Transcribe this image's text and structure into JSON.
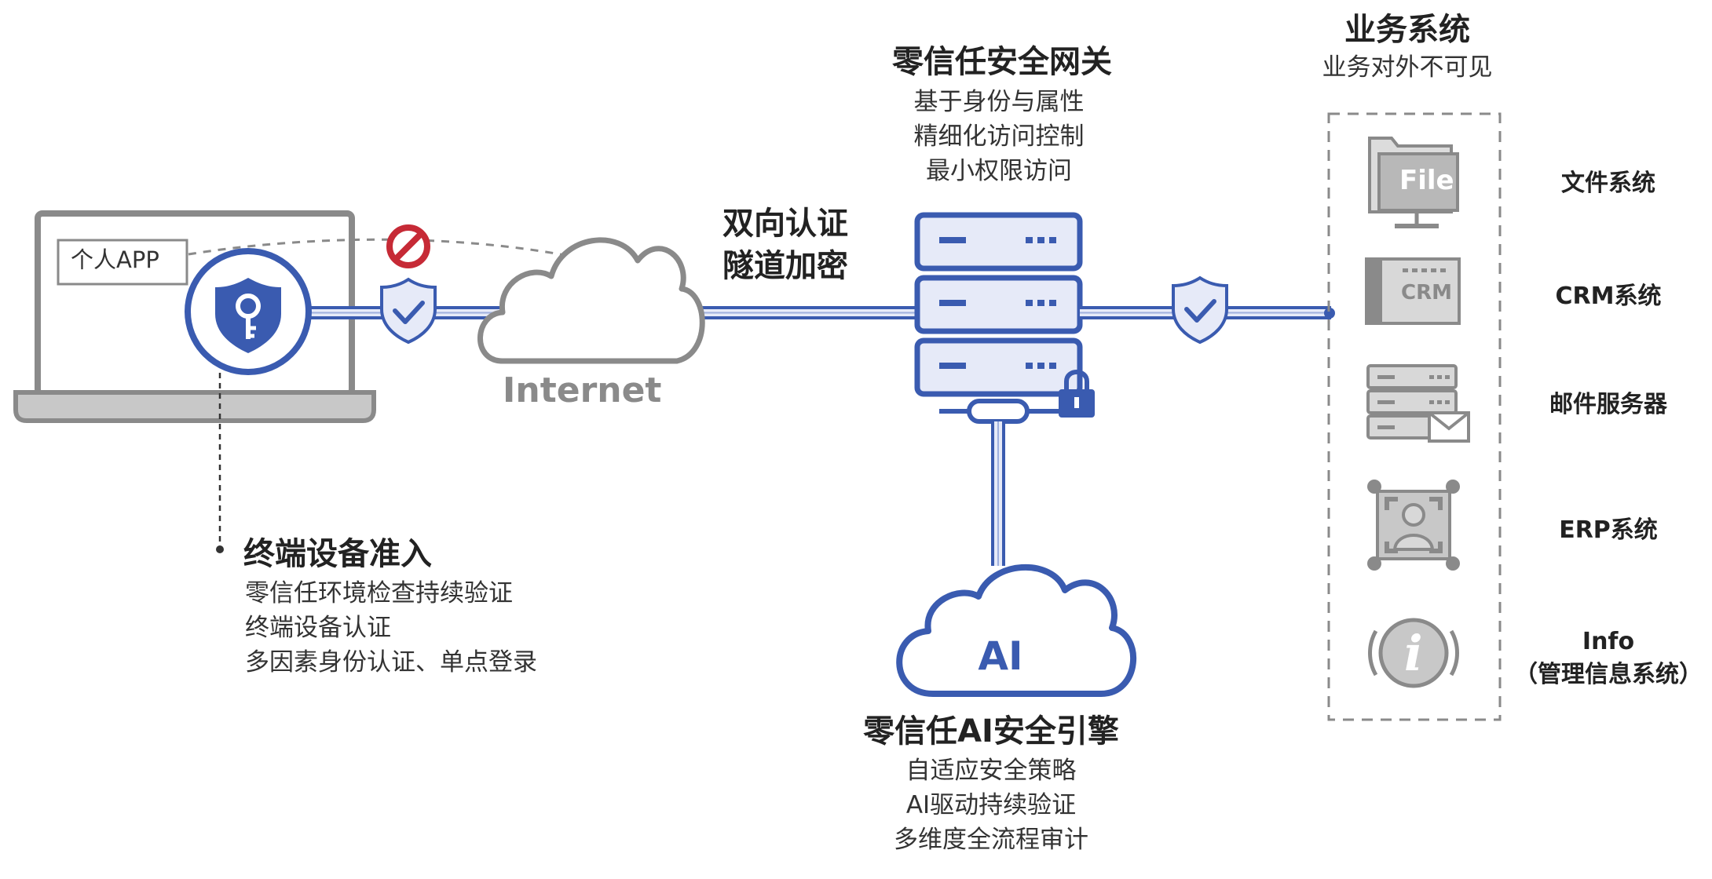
{
  "colors": {
    "brand_blue": "#3a5bb0",
    "light_blue": "#9fb0de",
    "pale_blue": "#e6eaf8",
    "gray": "#8a8a8a",
    "light_gray": "#c8c8c8",
    "red": "#c62a36"
  },
  "laptop": {
    "app_label": "个人APP",
    "icons": [
      "laptop-icon",
      "shield-key-icon",
      "blocked-icon"
    ]
  },
  "internet": {
    "label": "Internet"
  },
  "tunnel": {
    "line1": "双向认证",
    "line2": "隧道加密"
  },
  "gateway": {
    "title": "零信任安全网关",
    "lines": [
      "基于身份与属性",
      "精细化访问控制",
      "最小权限访问"
    ]
  },
  "ai_engine": {
    "cloud_label": "AI",
    "title": "零信任AI安全引擎",
    "lines": [
      "自适应安全策略",
      "AI驱动持续验证",
      "多维度全流程审计"
    ]
  },
  "endpoint": {
    "title": "终端设备准入",
    "lines": [
      "零信任环境检查持续验证",
      "终端设备认证",
      "多因素身份认证、单点登录"
    ]
  },
  "business": {
    "title": "业务系统",
    "subtitle": "业务对外不可见",
    "systems": [
      {
        "label": "文件系统",
        "icon": "file-monitor-icon",
        "icon_text": "File"
      },
      {
        "label": "CRM系统",
        "icon": "crm-window-icon",
        "icon_text": "CRM"
      },
      {
        "label": "邮件服务器",
        "icon": "mail-server-icon",
        "icon_text": ""
      },
      {
        "label": "ERP系统",
        "icon": "erp-user-icon",
        "icon_text": ""
      },
      {
        "label": "Info\n（管理信息系统）",
        "label_line1": "Info",
        "label_line2": "（管理信息系统）",
        "icon": "info-icon",
        "icon_text": "i"
      }
    ]
  }
}
